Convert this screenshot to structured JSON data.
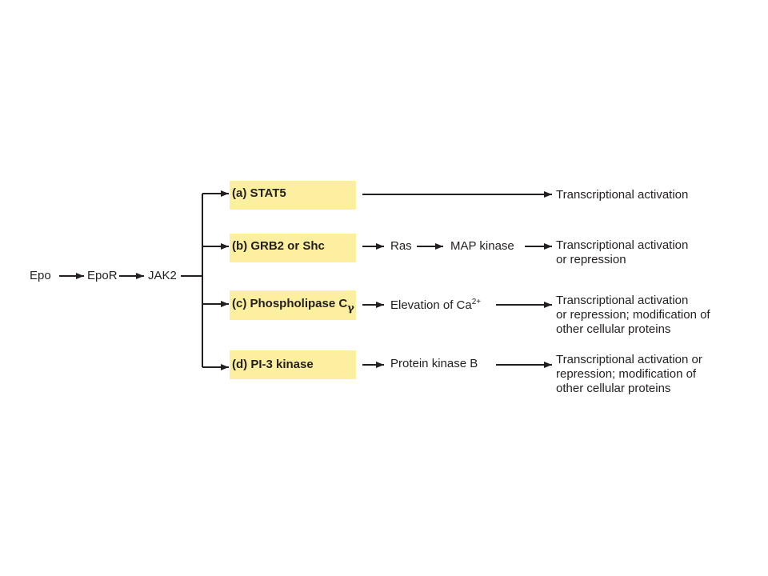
{
  "diagram": {
    "source": {
      "epo": "Epo",
      "epor": "EpoR",
      "jak2": "JAK2"
    },
    "branches": [
      {
        "id": "a",
        "box": "(a) STAT5",
        "steps": [],
        "outcome": [
          "Transcriptional activation"
        ]
      },
      {
        "id": "b",
        "box": "(b) GRB2 or Shc",
        "steps": [
          "Ras",
          "MAP kinase"
        ],
        "outcome": [
          "Transcriptional activation",
          "or repression"
        ]
      },
      {
        "id": "c",
        "box": "(c) Phospholipase C",
        "box_subscript": "γ",
        "steps": [
          "Elevation of Ca"
        ],
        "step_superscript": "2+",
        "outcome": [
          "Transcriptional activation",
          "or repression; modification of",
          "other cellular proteins"
        ]
      },
      {
        "id": "d",
        "box": "(d) PI-3 kinase",
        "steps": [
          "Protein kinase B"
        ],
        "outcome": [
          "Transcriptional activation or",
          "repression; modification of",
          "other cellular proteins"
        ]
      }
    ],
    "colors": {
      "box_fill": "#fcef9f",
      "ink": "#231f20"
    }
  }
}
